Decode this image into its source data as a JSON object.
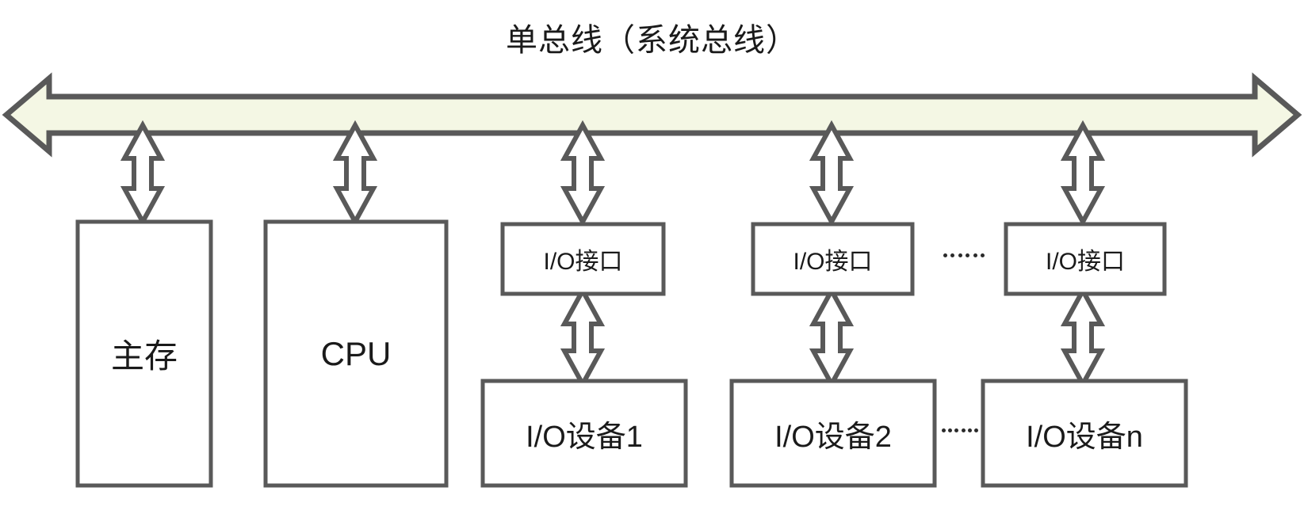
{
  "diagram": {
    "title": "单总线（系统总线）",
    "bus": {
      "label": "single-bus-arrow",
      "fill": "#f4f7e4",
      "stroke": "#595959",
      "direction": "bidirectional-horizontal"
    },
    "colors": {
      "box_stroke": "#595959",
      "box_fill": "#ffffff",
      "text": "#1a1a1a",
      "connector_stroke": "#595959",
      "connector_fill": "#ffffff",
      "background": "#ffffff",
      "bus_fill": "#f4f7e4"
    },
    "main_row": [
      {
        "id": "main-memory",
        "label": "主存",
        "font_size": 42
      },
      {
        "id": "cpu",
        "label": "CPU",
        "font_size": 42
      }
    ],
    "io_interfaces": [
      {
        "id": "io-interface-1",
        "label": "I/O接口",
        "font_size": 30
      },
      {
        "id": "io-interface-2",
        "label": "I/O接口",
        "font_size": 30
      },
      {
        "id": "io-interface-n",
        "label": "I/O接口",
        "font_size": 30
      }
    ],
    "io_devices": [
      {
        "id": "io-device-1",
        "label": "I/O设备1",
        "font_size": 38
      },
      {
        "id": "io-device-2",
        "label": "I/O设备2",
        "font_size": 38
      },
      {
        "id": "io-device-n",
        "label": "I/O设备n",
        "font_size": 38
      }
    ],
    "ellipses": [
      {
        "id": "ellipsis-interfaces",
        "text": "……",
        "dots": 6
      },
      {
        "id": "ellipsis-devices",
        "text": "……",
        "dots": 6
      }
    ],
    "connectors": [
      {
        "id": "bus-to-main-memory",
        "kind": "vertical-double-arrow"
      },
      {
        "id": "bus-to-cpu",
        "kind": "vertical-double-arrow"
      },
      {
        "id": "bus-to-io-interface-1",
        "kind": "vertical-double-arrow"
      },
      {
        "id": "bus-to-io-interface-2",
        "kind": "vertical-double-arrow"
      },
      {
        "id": "bus-to-io-interface-n",
        "kind": "vertical-double-arrow"
      },
      {
        "id": "io-interface-1-to-device-1",
        "kind": "vertical-double-arrow"
      },
      {
        "id": "io-interface-2-to-device-2",
        "kind": "vertical-double-arrow"
      },
      {
        "id": "io-interface-n-to-device-n",
        "kind": "vertical-double-arrow"
      }
    ]
  }
}
